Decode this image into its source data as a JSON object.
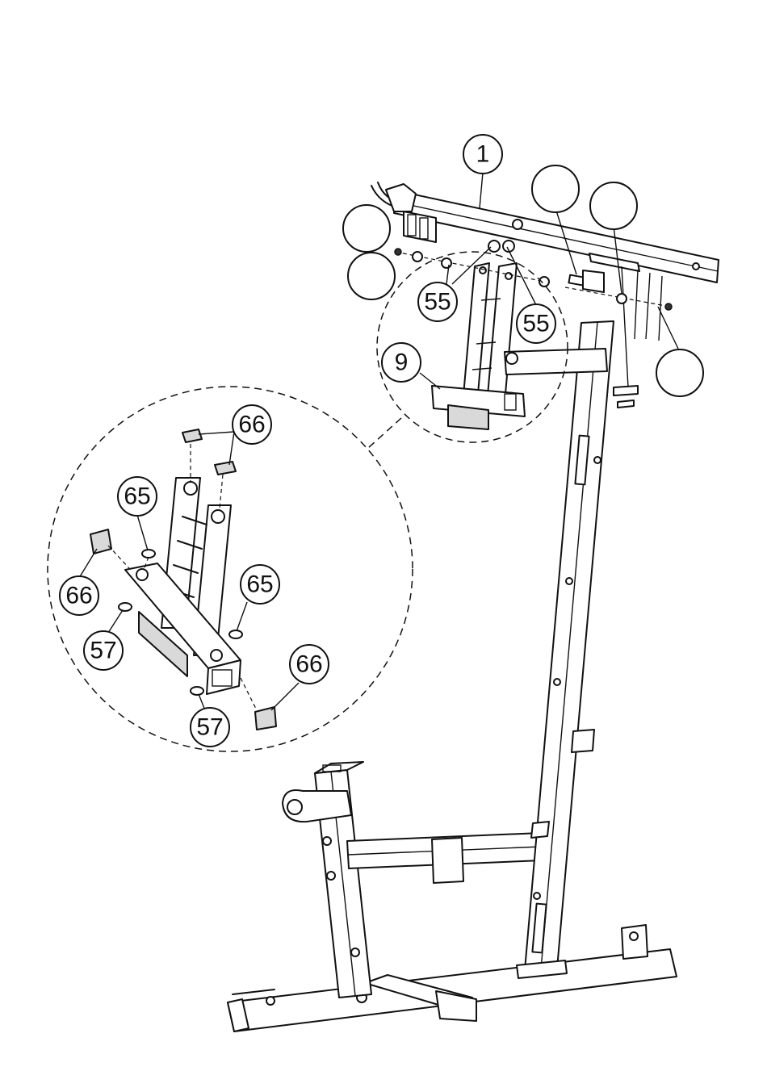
{
  "callouts": [
    {
      "id": "c1",
      "label": "1"
    },
    {
      "id": "c55a",
      "label": "55"
    },
    {
      "id": "c55b",
      "label": "55"
    },
    {
      "id": "c9",
      "label": "9"
    },
    {
      "id": "c66a",
      "label": "66"
    },
    {
      "id": "c65a",
      "label": "65"
    },
    {
      "id": "c66b",
      "label": "66"
    },
    {
      "id": "c65b",
      "label": "65"
    },
    {
      "id": "c57a",
      "label": "57"
    },
    {
      "id": "c66c",
      "label": "66"
    },
    {
      "id": "c57b",
      "label": "57"
    },
    {
      "id": "blank1",
      "label": ""
    },
    {
      "id": "blank2",
      "label": ""
    },
    {
      "id": "blank3",
      "label": ""
    },
    {
      "id": "blank4",
      "label": ""
    },
    {
      "id": "blank5",
      "label": ""
    }
  ]
}
